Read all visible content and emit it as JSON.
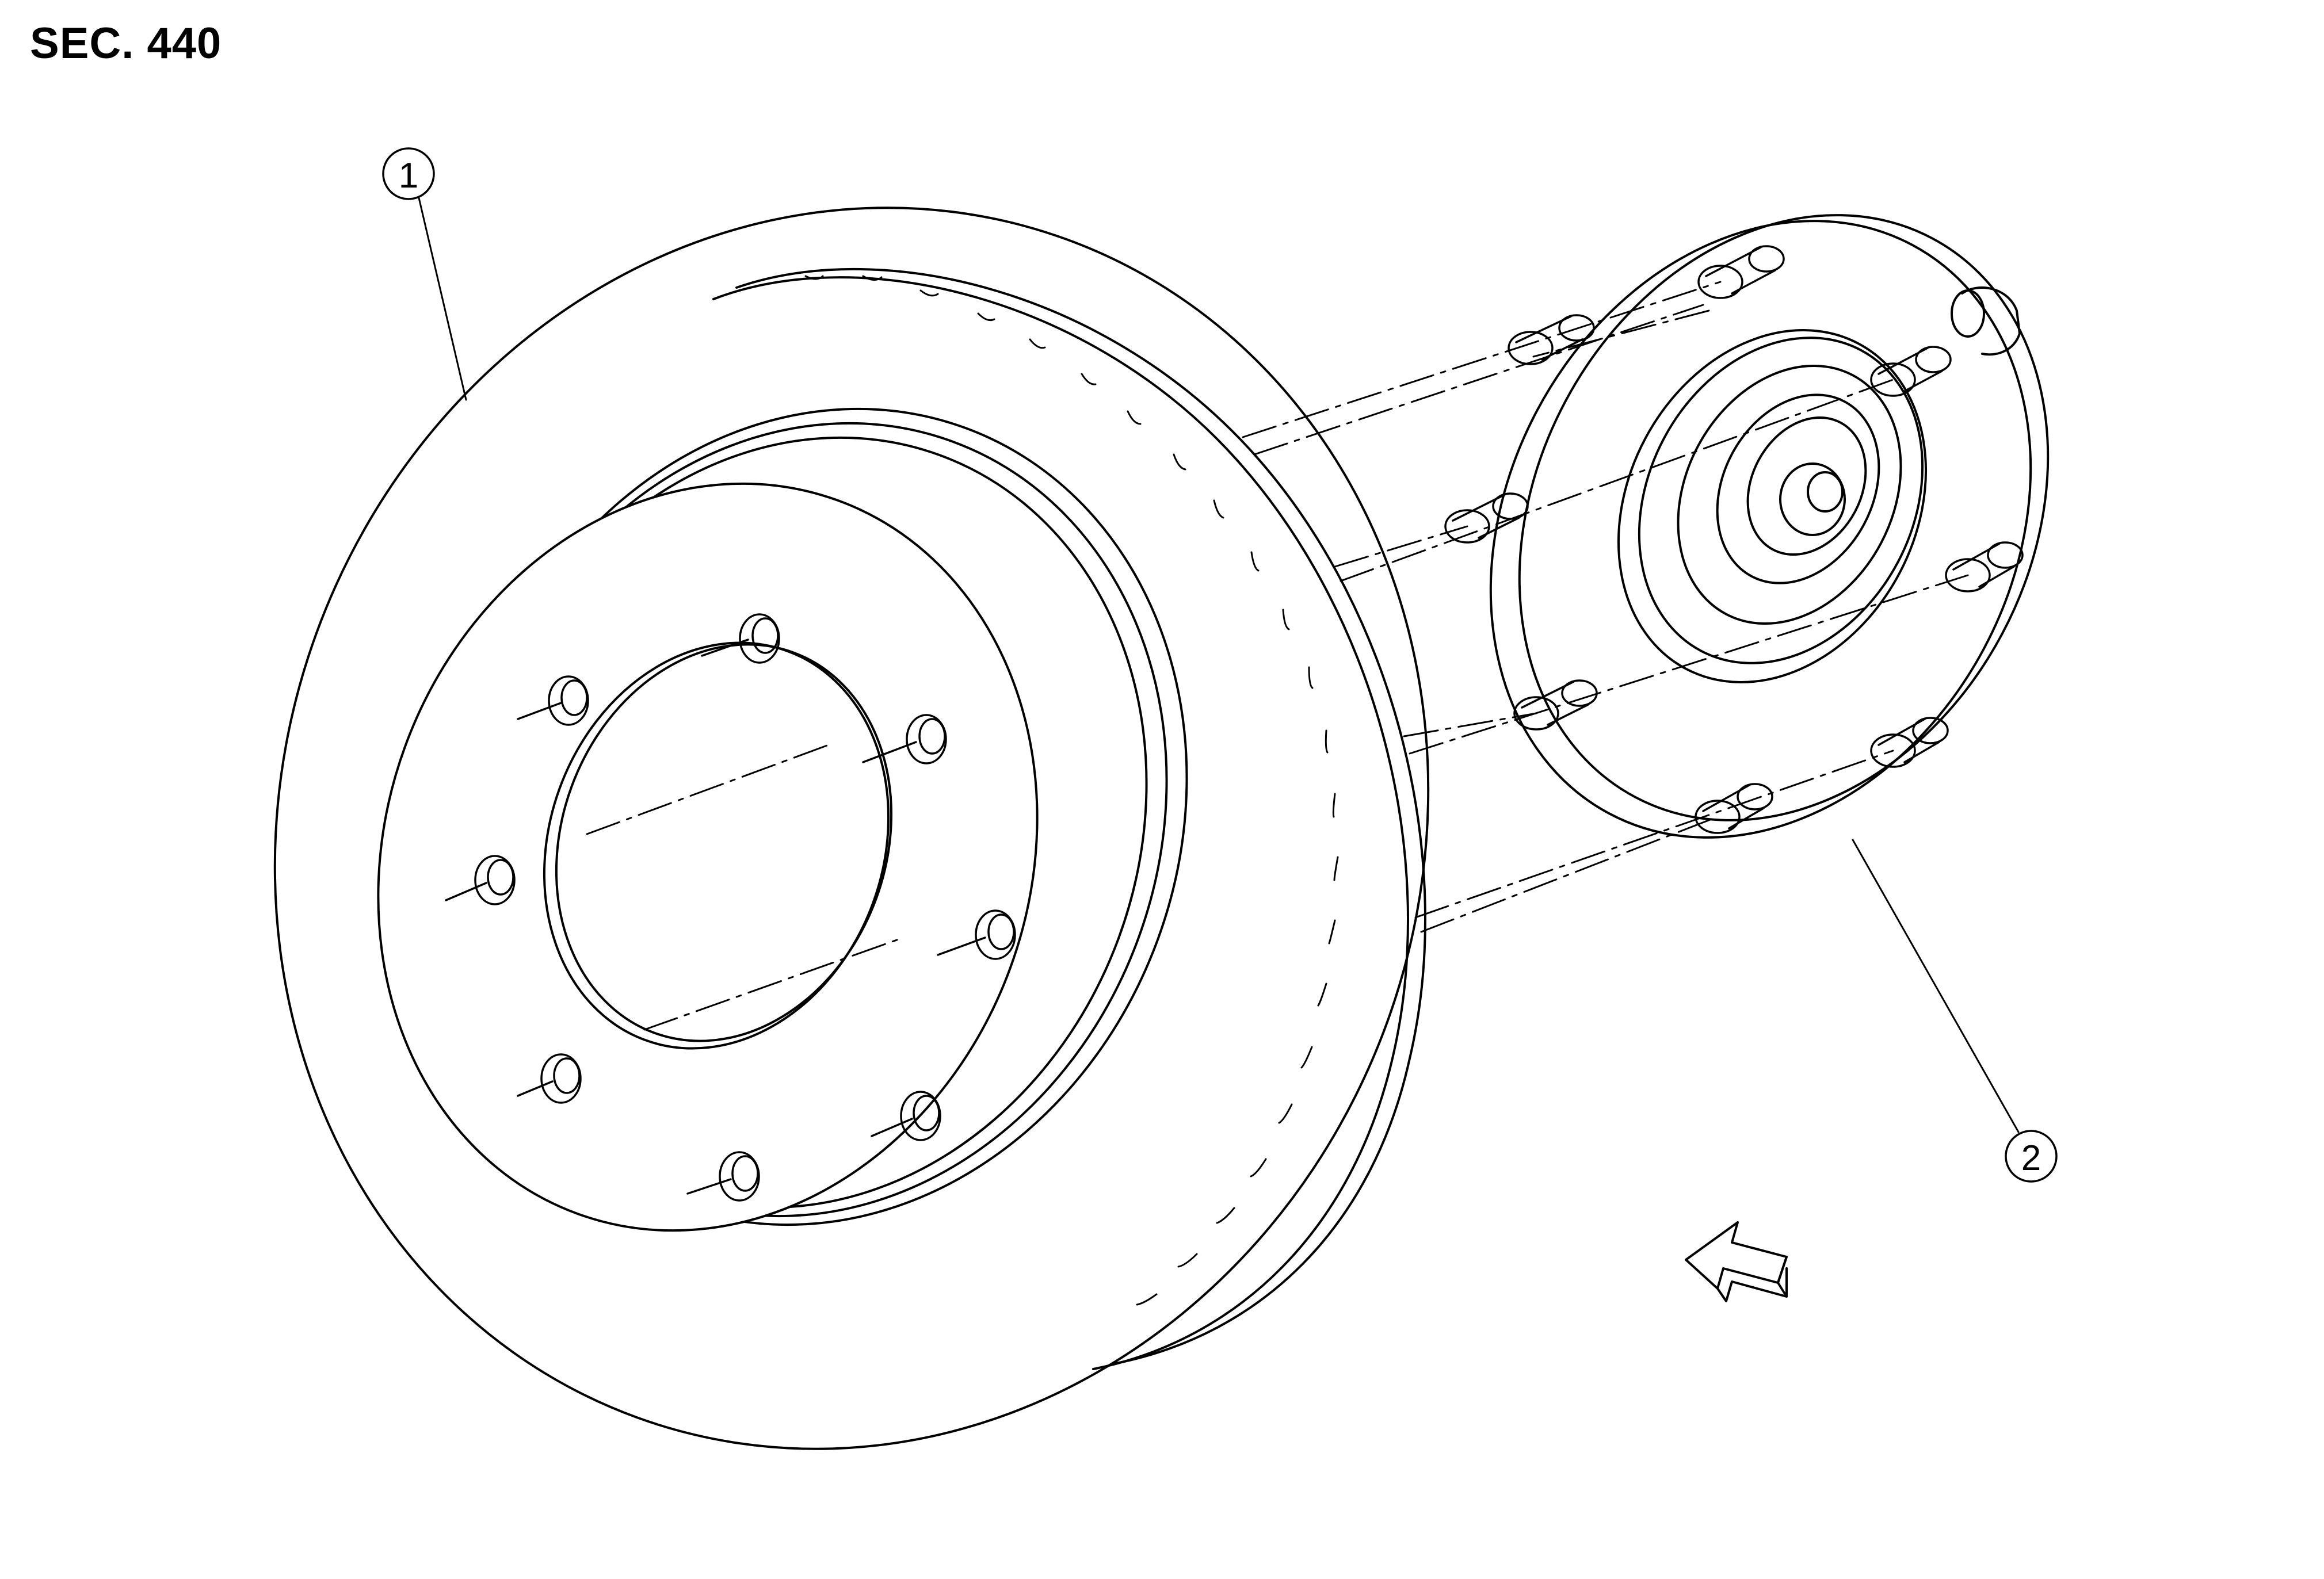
{
  "section_label": "SEC. 440",
  "callouts": [
    {
      "id": "1"
    },
    {
      "id": "2"
    }
  ],
  "colors": {
    "line": "#000000",
    "background": "#ffffff"
  },
  "icons": [
    "view-direction-arrow-icon"
  ]
}
